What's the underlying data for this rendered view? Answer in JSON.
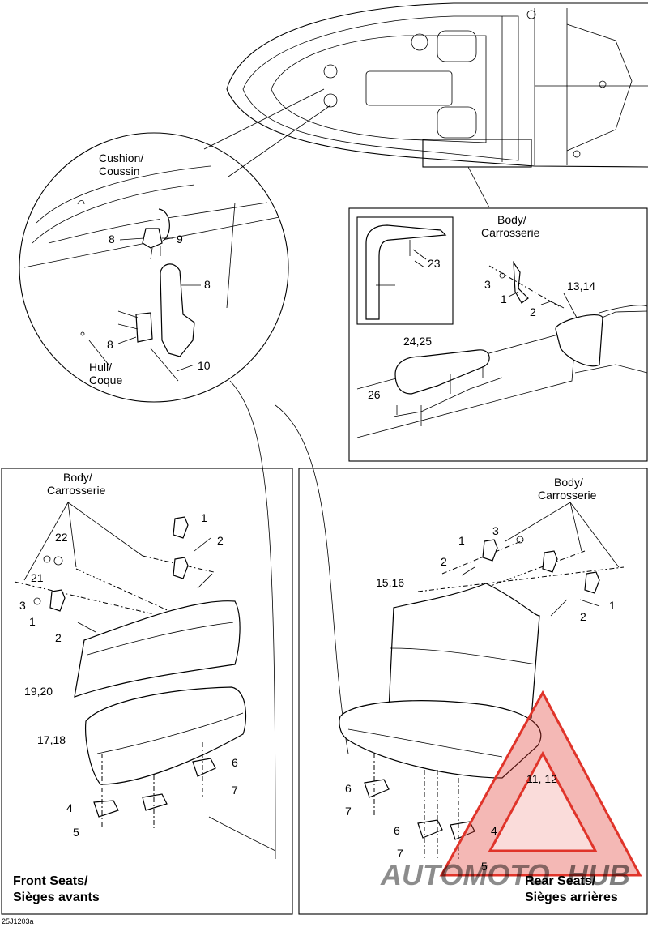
{
  "callouts": {
    "cushion": [
      "Cushion/",
      "Coussin"
    ],
    "hull": [
      "Hull/",
      "Coque"
    ],
    "body": [
      "Body/",
      "Carrosserie"
    ],
    "n1": "1",
    "n2": "2",
    "n3": "3",
    "n4": "4",
    "n5": "5",
    "n6": "6",
    "n7": "7",
    "n8": "8",
    "n9": "9",
    "n10": "10",
    "n1112": "11, 12",
    "n1314": "13,14",
    "n1516": "15,16",
    "n1718": "17,18",
    "n1920": "19,20",
    "n21": "21",
    "n22": "22",
    "n23": "23",
    "n2425": "24,25",
    "n26": "26"
  },
  "captions": {
    "front": [
      "Front Seats/",
      "Sièges avants"
    ],
    "rear": [
      "Rear Seats/",
      "Sièges arrières"
    ],
    "code": "25J1203a"
  },
  "watermark": {
    "left": "AUTOMOTO",
    "right": "HUB",
    "color": "#e0342a"
  }
}
